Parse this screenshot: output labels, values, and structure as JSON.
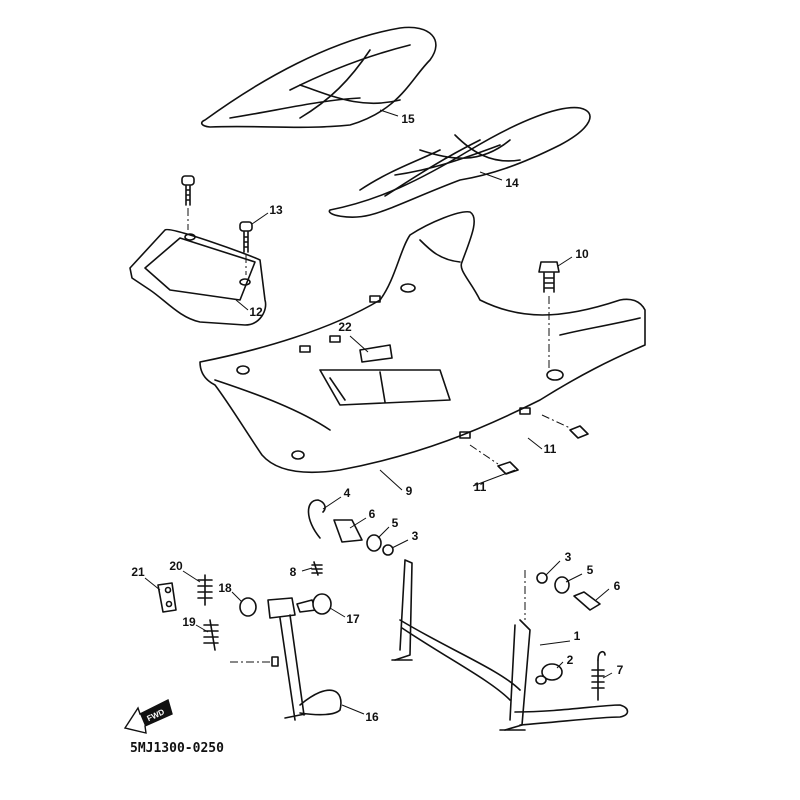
{
  "diagram": {
    "code": "5MJ1300-0250",
    "fwd_label": "FWD",
    "parts": [
      {
        "id": "p15",
        "label": "15"
      },
      {
        "id": "p14",
        "label": "14"
      },
      {
        "id": "p13",
        "label": "13"
      },
      {
        "id": "p12",
        "label": "12"
      },
      {
        "id": "p10",
        "label": "10"
      },
      {
        "id": "p22",
        "label": "22"
      },
      {
        "id": "p11a",
        "label": "11"
      },
      {
        "id": "p11b",
        "label": "11"
      },
      {
        "id": "p9",
        "label": "9"
      },
      {
        "id": "p4",
        "label": "4"
      },
      {
        "id": "p6a",
        "label": "6"
      },
      {
        "id": "p5a",
        "label": "5"
      },
      {
        "id": "p3a",
        "label": "3"
      },
      {
        "id": "p3b",
        "label": "3"
      },
      {
        "id": "p5b",
        "label": "5"
      },
      {
        "id": "p6b",
        "label": "6"
      },
      {
        "id": "p1",
        "label": "1"
      },
      {
        "id": "p2",
        "label": "2"
      },
      {
        "id": "p7",
        "label": "7"
      },
      {
        "id": "p21",
        "label": "21"
      },
      {
        "id": "p20",
        "label": "20"
      },
      {
        "id": "p18",
        "label": "18"
      },
      {
        "id": "p19",
        "label": "19"
      },
      {
        "id": "p17",
        "label": "17"
      },
      {
        "id": "p16",
        "label": "16"
      },
      {
        "id": "p8",
        "label": "8"
      }
    ]
  }
}
